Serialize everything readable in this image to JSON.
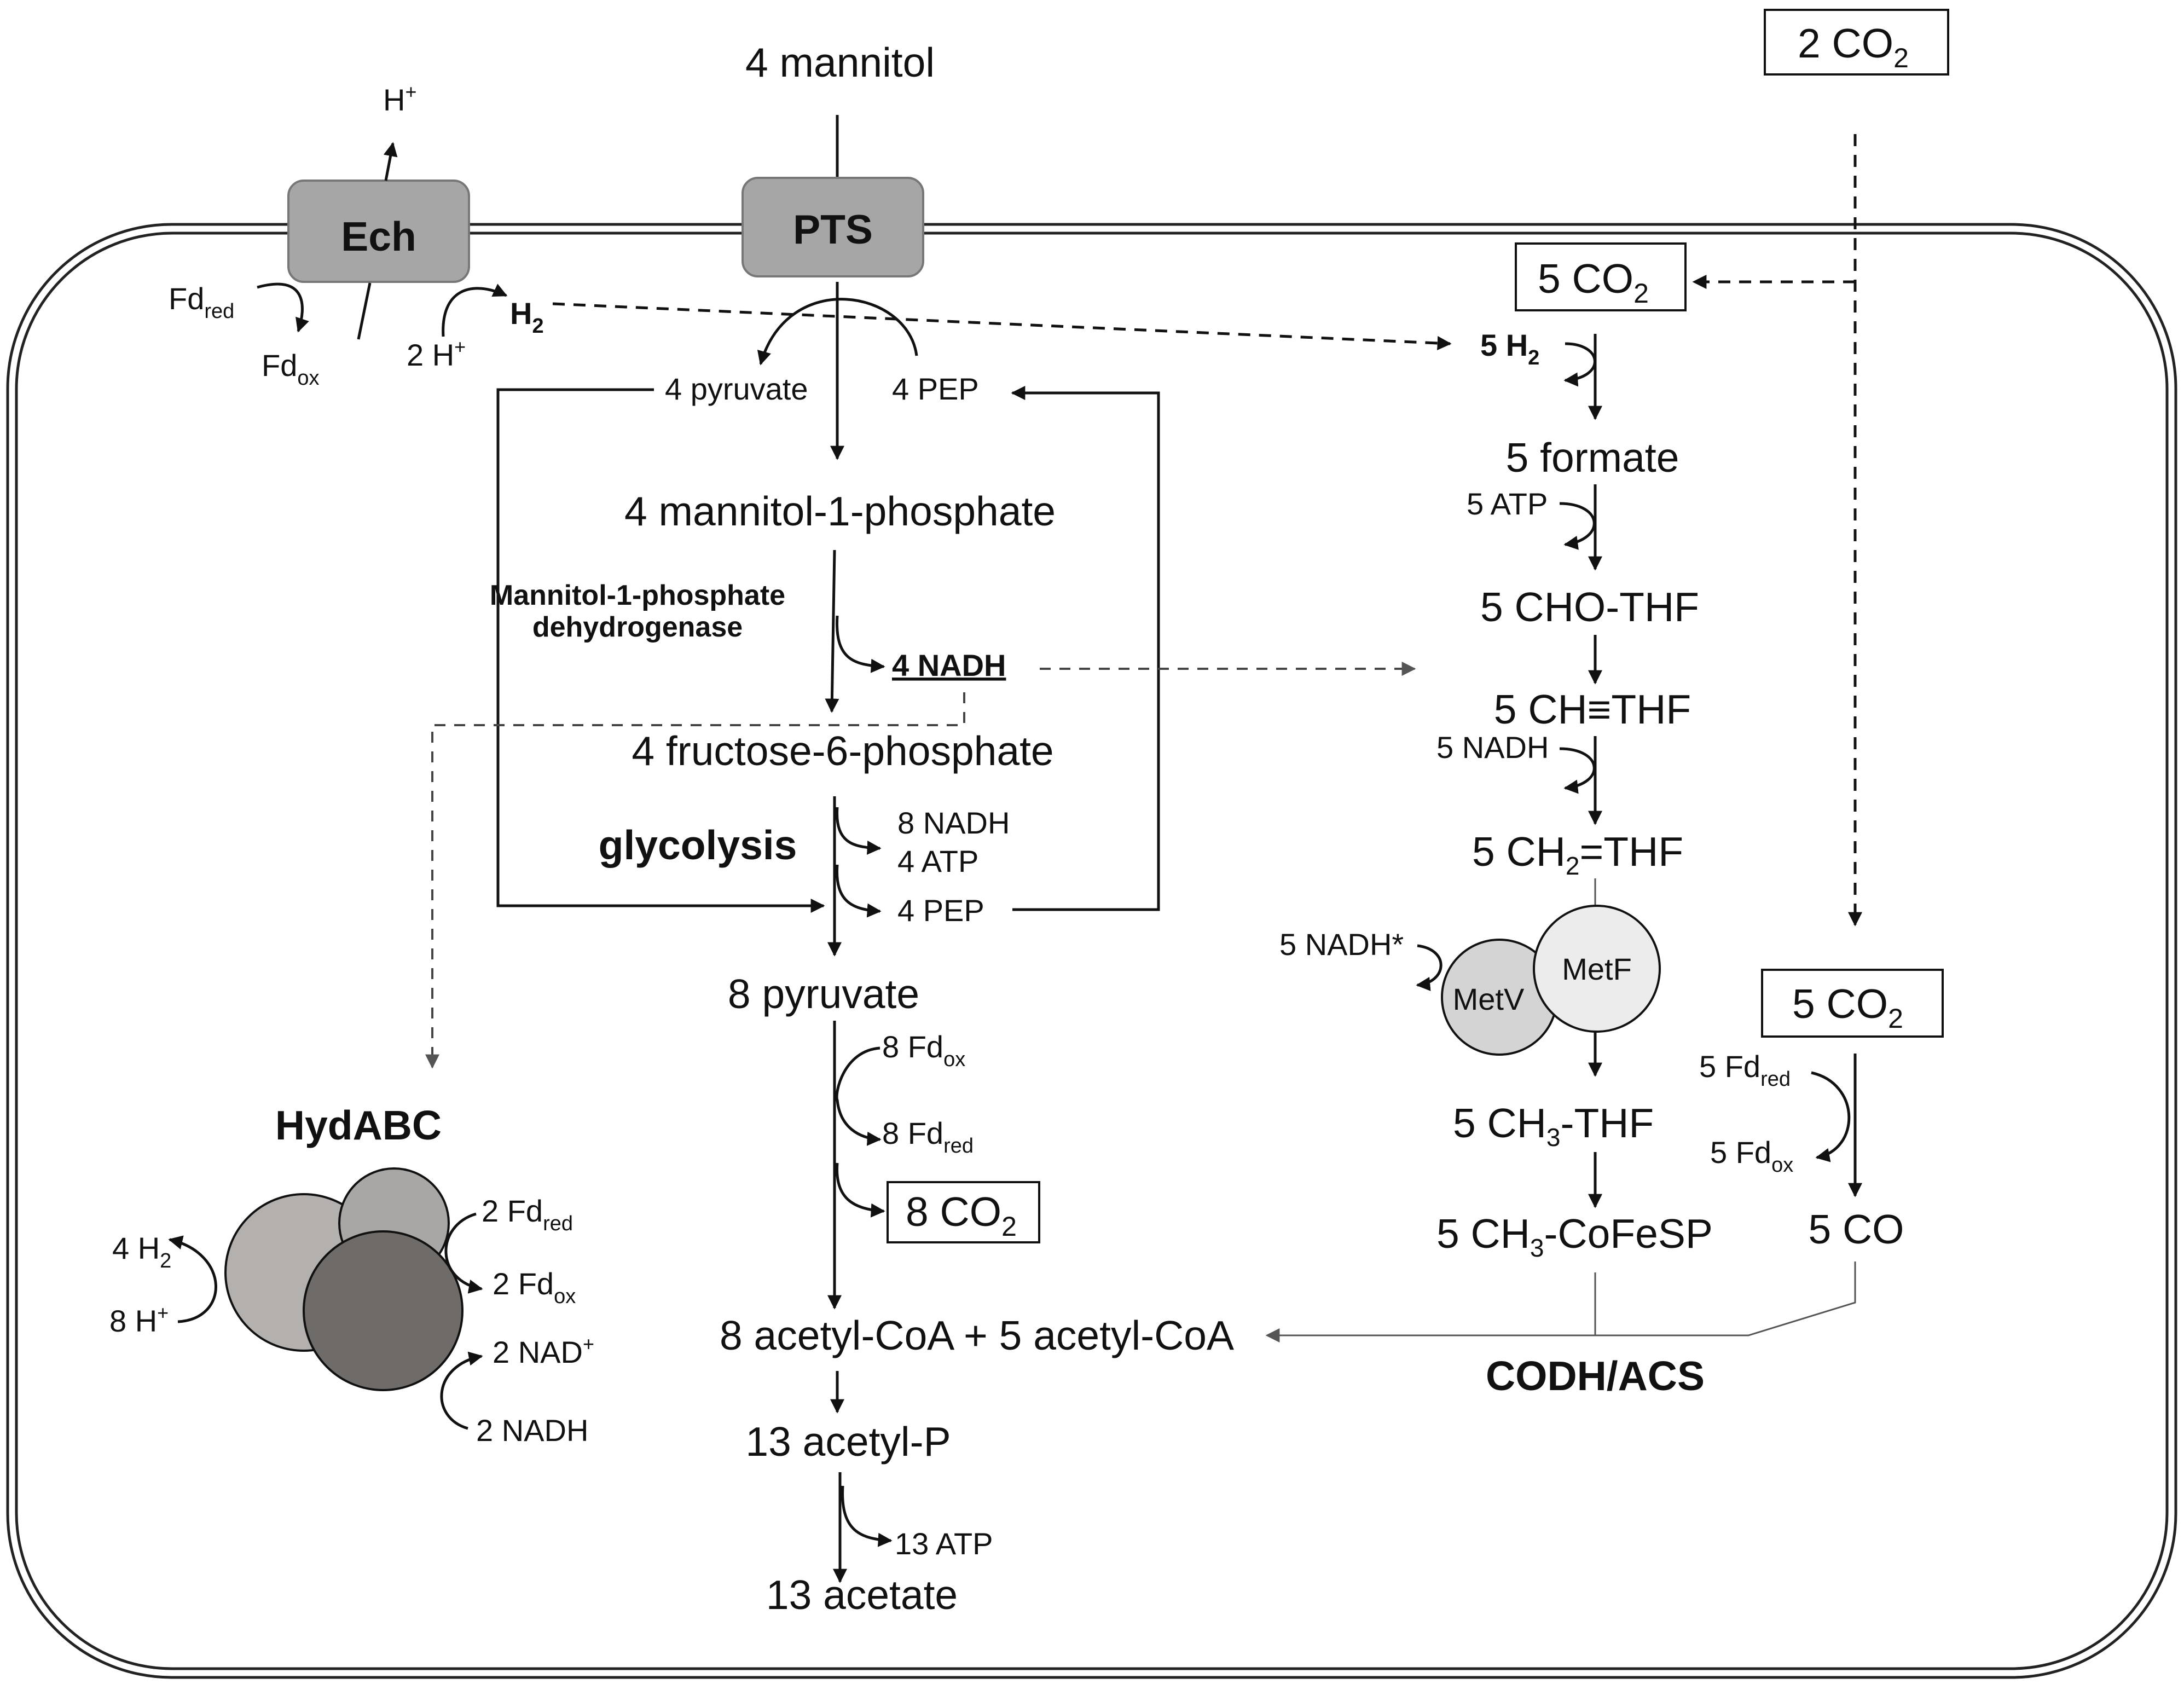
{
  "nodes": {
    "mannitol": "4 mannitol",
    "co2_external": {
      "main": "2 CO",
      "sub": "2"
    },
    "proton_out": {
      "main": "H",
      "sup": "+"
    },
    "ech": "Ech",
    "pts": "PTS",
    "fd_red_ech": {
      "main": "Fd",
      "sub": "red"
    },
    "fd_ox_ech": {
      "main": "Fd",
      "sub": "ox"
    },
    "h2_ech": {
      "main": "H",
      "sub": "2"
    },
    "two_h_plus": {
      "main": "2 H",
      "sup": "+"
    },
    "pyruvate4": "4 pyruvate",
    "pep4": "4 PEP",
    "mannitol1p": "4 mannitol-1-phosphate",
    "enzyme_m1pdh_line1": "Mannitol-1-phosphate",
    "enzyme_m1pdh_line2": "dehydrogenase",
    "nadh4": "4 NADH",
    "fructose6p": "4 fructose-6-phosphate",
    "glycolysis": "glycolysis",
    "nadh8": "8 NADH",
    "atp4": "4 ATP",
    "pep4_b": "4 PEP",
    "pyruvate8": "8 pyruvate",
    "fd_ox8": {
      "main": "8 Fd",
      "sub": "ox"
    },
    "fd_red8": {
      "main": "8 Fd",
      "sub": "red"
    },
    "co2_8": {
      "main": "8 CO",
      "sub": "2"
    },
    "acetylcoa": "8 acetyl-CoA + 5 acetyl-CoA",
    "acetylp": "13 acetyl-P",
    "atp13": "13 ATP",
    "acetate": "13 acetate",
    "hydabc": "HydABC",
    "h2_4": {
      "main": "4 H",
      "sub": "2"
    },
    "h_plus8": {
      "main": "8 H",
      "sup": "+"
    },
    "fd_red2": {
      "main": "2 Fd",
      "sub": "red"
    },
    "fd_ox2": {
      "main": "2 Fd",
      "sub": "ox"
    },
    "nad_plus2": {
      "main": "2 NAD",
      "sup": "+"
    },
    "nadh2": "2 NADH",
    "co2_5_top": {
      "main": "5 CO",
      "sub": "2"
    },
    "h2_5": {
      "main": "5 H",
      "sub": "2"
    },
    "formate5": "5 formate",
    "atp5": "5 ATP",
    "cho_thf": "5 CHO-THF",
    "ch_thf": "5 CH≡THF",
    "nadh5": "5 NADH",
    "ch2_thf": {
      "main": "5 CH",
      "sub": "2",
      "tail": "=THF"
    },
    "nadh5_star": "5 NADH*",
    "metv": "MetV",
    "metf": "MetF",
    "ch3_thf": {
      "main": "5 CH",
      "sub": "3",
      "tail": "-THF"
    },
    "ch3_cofesp": {
      "main": "5 CH",
      "sub": "3",
      "tail": "-CoFeSP"
    },
    "co2_5_right": {
      "main": "5 CO",
      "sub": "2"
    },
    "fd_red5": {
      "main": "5 Fd",
      "sub": "red"
    },
    "fd_ox5": {
      "main": "5 Fd",
      "sub": "ox"
    },
    "co5": "5 CO",
    "codh_acs": "CODH/ACS"
  },
  "colors": {
    "membrane_protein": "#a6a6a6",
    "hyd_light": "#b3b0ae",
    "hyd_small": "#a9a7a5",
    "hyd_dark": "#6e6b69",
    "metv": "#d4d4d4",
    "metf": "#ececec"
  }
}
